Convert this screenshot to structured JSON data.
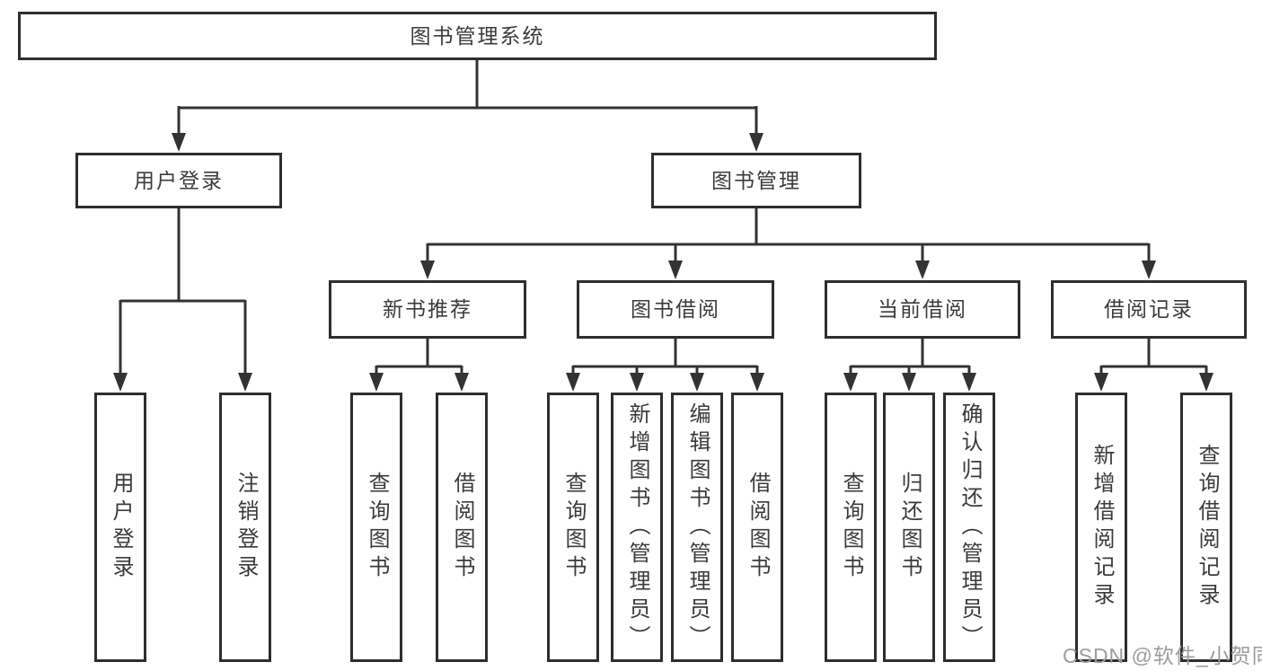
{
  "nodes": {
    "root": "图书管理系统",
    "user_login": "用户登录",
    "book_mgmt": "图书管理",
    "new_book_rec": "新书推荐",
    "book_borrow": "图书借阅",
    "current_borrow": "当前借阅",
    "borrow_records": "借阅记录",
    "leaf_user_login": "用户登录",
    "leaf_logout": "注销登录",
    "leaf_query_book_a": "查询图书",
    "leaf_borrow_book_a": "借阅图书",
    "leaf_query_book_b": "查询图书",
    "leaf_add_book": "新增图书（管理员）",
    "leaf_edit_book": "编辑图书（管理员）",
    "leaf_borrow_book_b": "借阅图书",
    "leaf_query_book_c": "查询图书",
    "leaf_return_book": "归还图书",
    "leaf_confirm_return": "确认归还（管理员）",
    "leaf_add_record": "新增借阅记录",
    "leaf_query_record": "查询借阅记录"
  },
  "hierarchy": {
    "root": [
      "user_login",
      "book_mgmt"
    ],
    "user_login": [
      "leaf_user_login",
      "leaf_logout"
    ],
    "book_mgmt": [
      "new_book_rec",
      "book_borrow",
      "current_borrow",
      "borrow_records"
    ],
    "new_book_rec": [
      "leaf_query_book_a",
      "leaf_borrow_book_a"
    ],
    "book_borrow": [
      "leaf_query_book_b",
      "leaf_add_book",
      "leaf_edit_book",
      "leaf_borrow_book_b"
    ],
    "current_borrow": [
      "leaf_query_book_c",
      "leaf_return_book",
      "leaf_confirm_return"
    ],
    "borrow_records": [
      "leaf_add_record",
      "leaf_query_record"
    ]
  },
  "watermark": "CSDN @软件_小贺同学",
  "colors": {
    "line": "#333333",
    "box_border": "#2e2e2e",
    "text": "#3b3b3b",
    "watermark": "#9c9c9c",
    "background": "#ffffff"
  }
}
